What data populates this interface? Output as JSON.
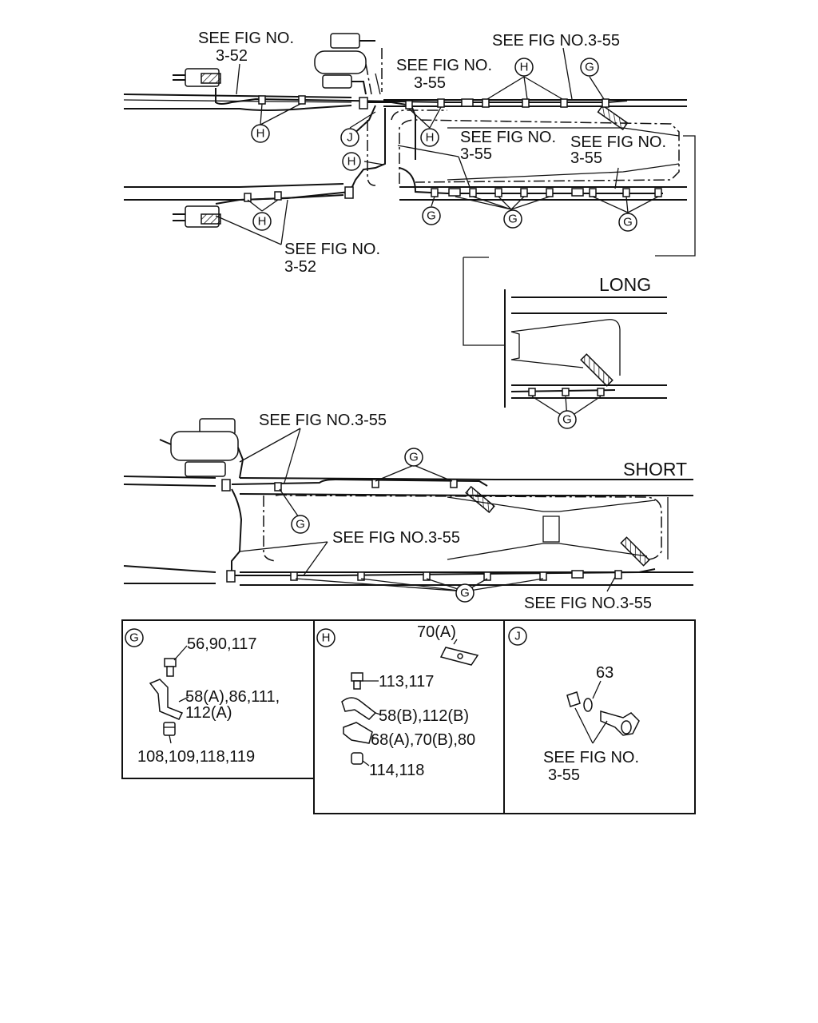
{
  "labels": {
    "top_see_352": [
      "SEE FIG NO.",
      "3-52"
    ],
    "top_see_355_a": [
      "SEE FIG NO.",
      "3-55"
    ],
    "top_see_355_right": "SEE FIG NO.3-55",
    "mid_see_355_b": [
      "SEE FIG NO.",
      "3-55"
    ],
    "mid_see_355_c": [
      "SEE FIG NO.",
      "3-55"
    ],
    "bot_see_352": [
      "SEE FIG NO.",
      "3-52"
    ],
    "long": "LONG",
    "short": "SHORT",
    "short_see_355_top": "SEE FIG NO.3-55",
    "short_see_355_mid": "SEE FIG NO.3-55",
    "short_see_355_bottom": "SEE FIG NO.3-55"
  },
  "callouts": {
    "g": "G",
    "h": "H",
    "j": "J"
  },
  "legend": {
    "g": {
      "letter": "G",
      "bolt": "56,90,117",
      "clip": [
        "58(A),86,111,",
        "112(A)"
      ],
      "nut": "108,109,118,119"
    },
    "h": {
      "letter": "H",
      "plate": "70(A)",
      "bolt": "113,117",
      "clip_a": "58(B),112(B)",
      "clip_b": "68(A),70(B),80",
      "nut": "114,118"
    },
    "j": {
      "letter": "J",
      "washer": "63",
      "see": [
        "SEE FIG NO.",
        "3-55"
      ]
    }
  }
}
